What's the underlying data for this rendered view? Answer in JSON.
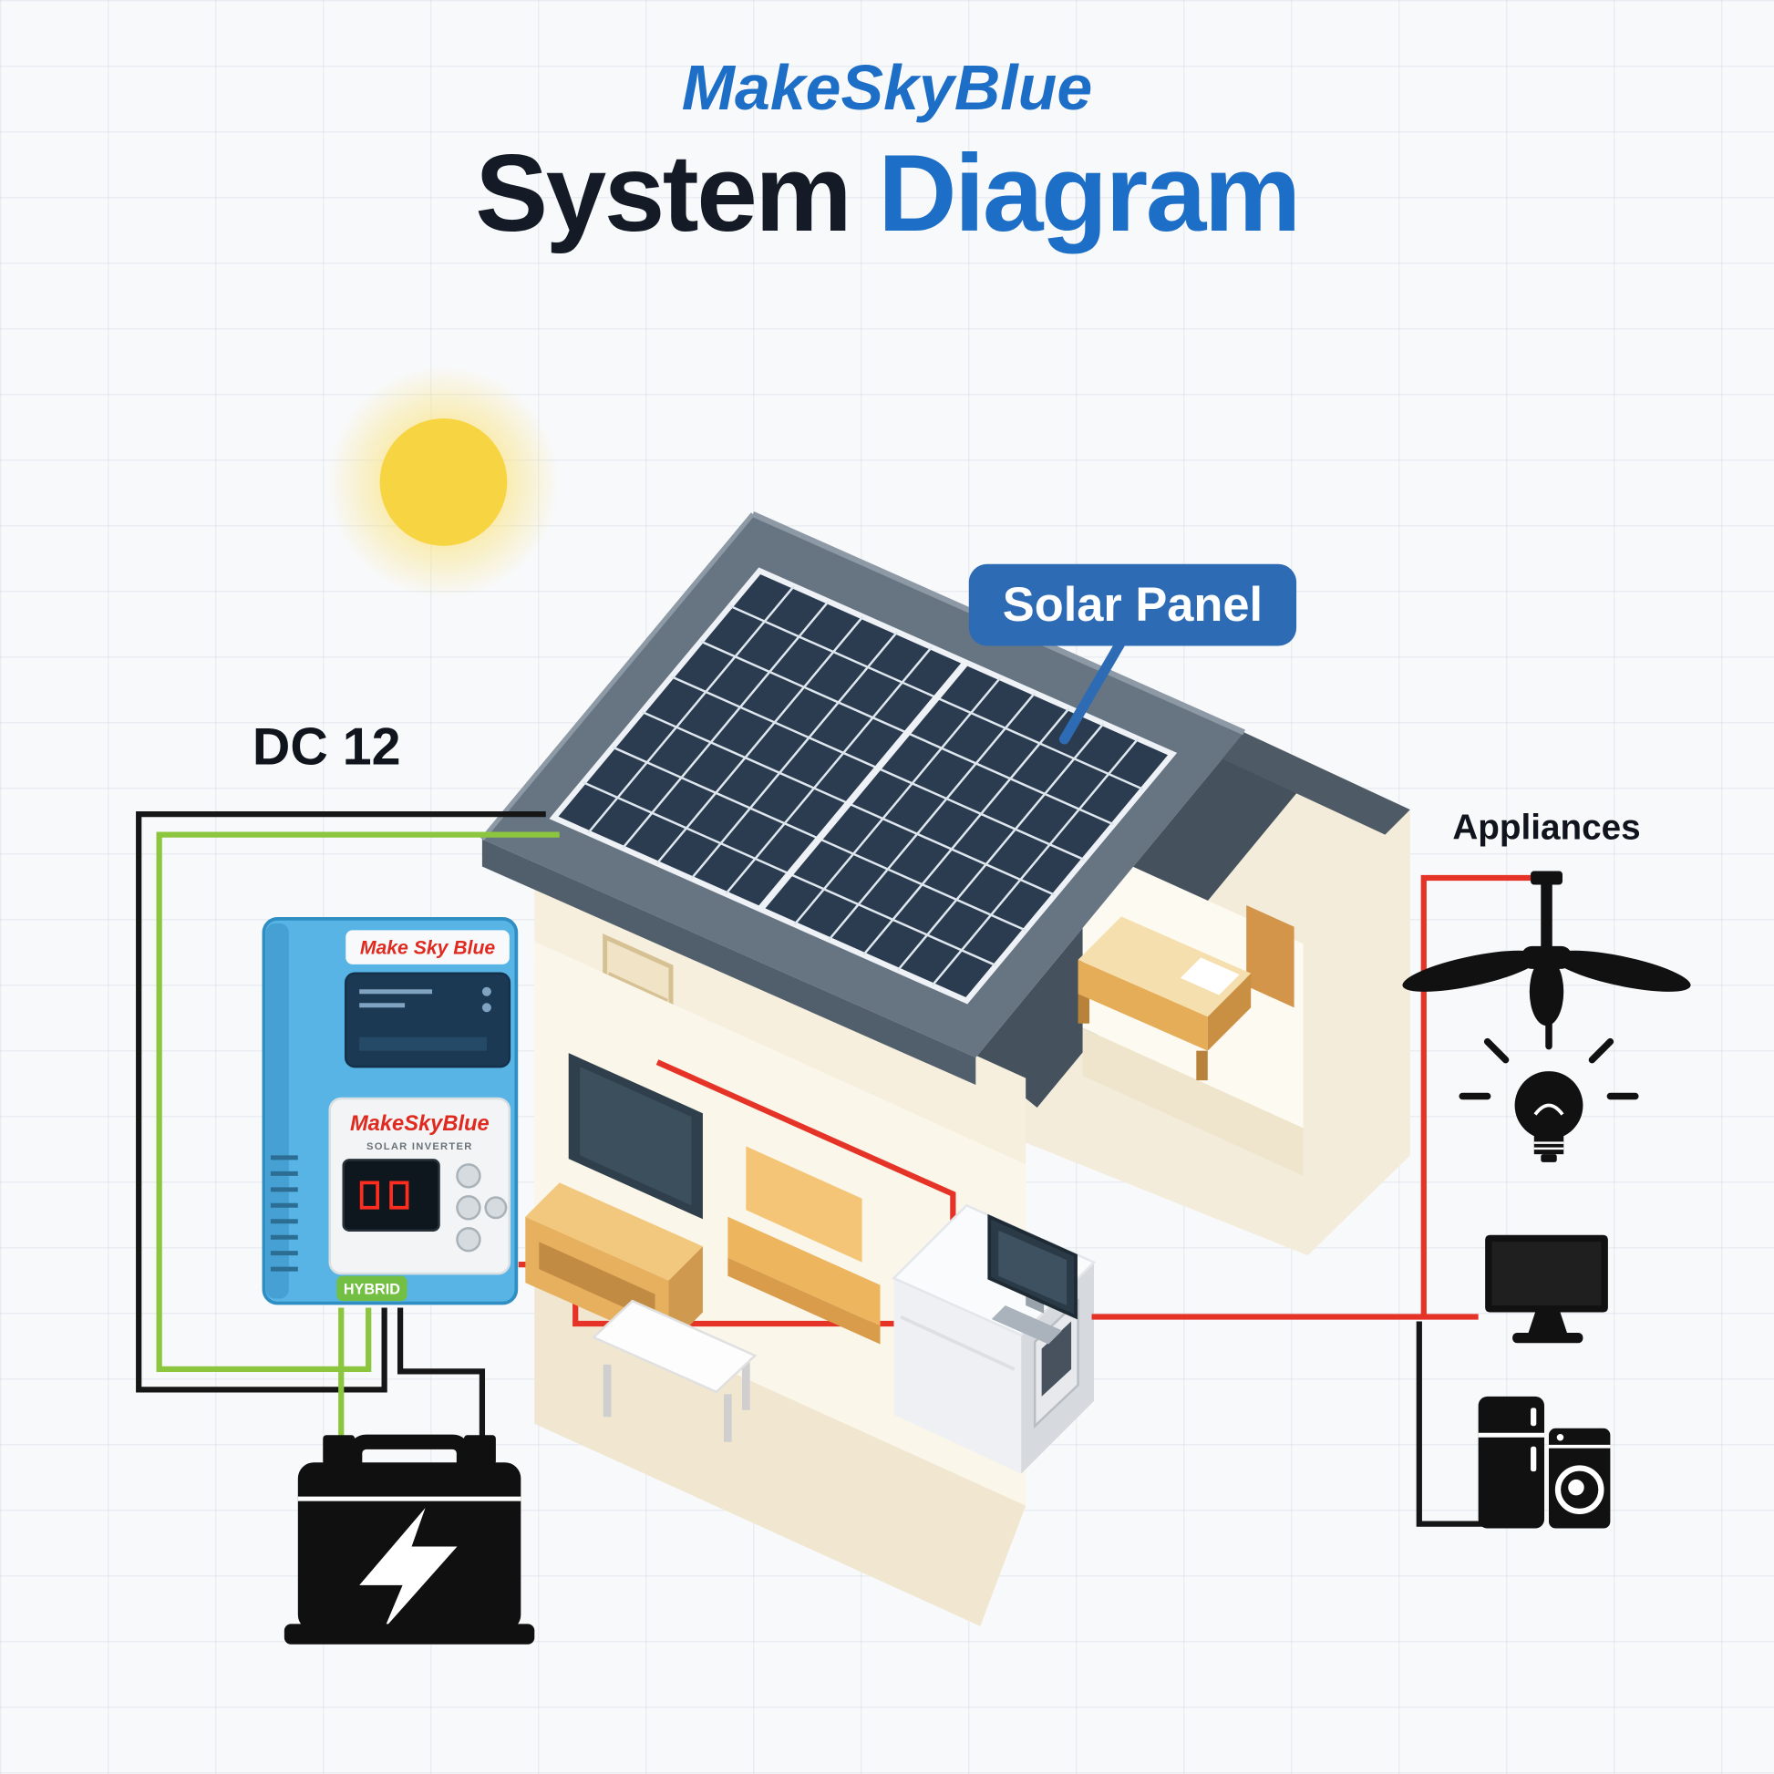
{
  "header": {
    "brand": "MakeSkyBlue",
    "title_dark": "System",
    "title_blue": "Diagram"
  },
  "callout": {
    "solar_panel": "Solar Panel"
  },
  "labels": {
    "dc": "DC 12",
    "appliances": "Appliances"
  },
  "inverter": {
    "top_label": "Make Sky Blue",
    "panel_brand": "MakeSkyBlue",
    "panel_subtitle": "SOLAR INVERTER",
    "badge": "HYBRID"
  },
  "colors": {
    "brand_blue": "#1d6ec6",
    "title_dark": "#141b26",
    "callout_blue": "#2d6cb5",
    "wire_red": "#e63327",
    "wire_green": "#8cc63f",
    "wire_black": "#161616",
    "inverter_blue": "#58b4e4",
    "sun_yellow": "#f7d441",
    "roof_gray": "#677583",
    "solar_panel_navy": "#2b3c50",
    "battery_black": "#101010",
    "furniture_tan": "#e7b05e"
  }
}
